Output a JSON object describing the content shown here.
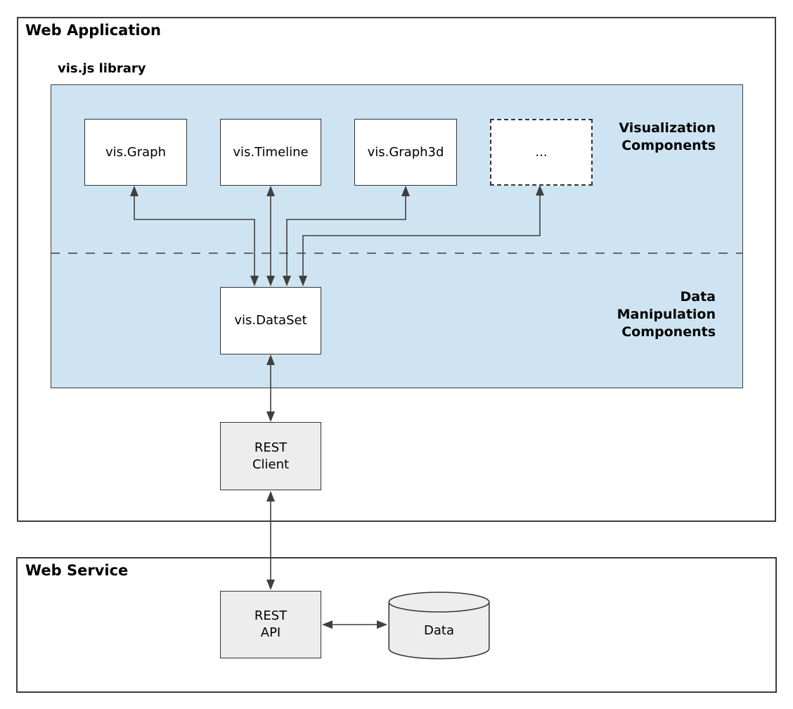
{
  "web_application": {
    "label": "Web Application"
  },
  "library": {
    "label": "vis.js library"
  },
  "web_service": {
    "label": "Web Service"
  },
  "regions": {
    "visualization": {
      "lines": [
        "Visualization",
        "Components"
      ]
    },
    "data_manipulation": {
      "lines": [
        "Data",
        "Manipulation",
        "Components"
      ]
    }
  },
  "nodes": {
    "vis_graph": {
      "label": "vis.Graph"
    },
    "vis_timeline": {
      "label": "vis.Timeline"
    },
    "vis_graph3d": {
      "label": "vis.Graph3d"
    },
    "more": {
      "label": "..."
    },
    "vis_dataset": {
      "label": "vis.DataSet"
    },
    "rest_client": {
      "lines": [
        "REST",
        "Client"
      ]
    },
    "rest_api": {
      "lines": [
        "REST",
        "API"
      ]
    },
    "data_store": {
      "label": "Data"
    }
  },
  "colors": {
    "panel_blue": "#cfe4f2",
    "node_gray": "#ededed",
    "node_white": "#ffffff",
    "line": "#3f3f3f",
    "border": "#333333"
  }
}
